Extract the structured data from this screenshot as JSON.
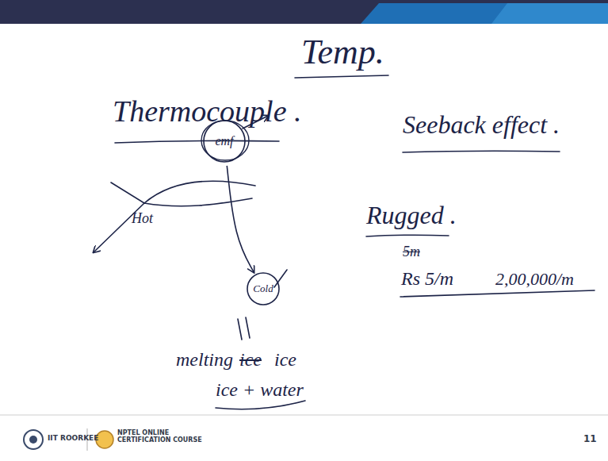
{
  "diagram": {
    "title": "Temp.",
    "nodes": [
      {
        "text": [
          "emf"
        ]
      },
      {
        "text": [
          "Cold"
        ]
      }
    ],
    "edges": [
      {
        "from": 0,
        "to": 1,
        "arrow": "to"
      }
    ],
    "labels": [
      "Thermocouple .",
      "Hot",
      "Seeback effect .",
      "Rugged .",
      "5m",
      "Rs 5/m",
      "2,00,000/m",
      "melting",
      "ice",
      "ice",
      "ice + water",
      "IIT ROORKEE",
      "NPTEL ONLINE CERTIFICATION COURSE",
      "11"
    ]
  }
}
